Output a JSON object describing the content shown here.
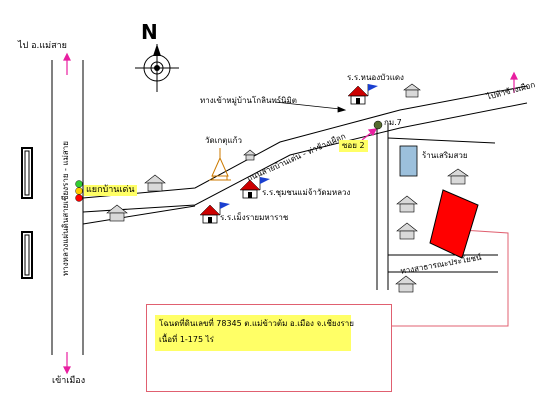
{
  "compass": {
    "letter": "N"
  },
  "labels": {
    "to_mae_sai": "ไป อ.แม่สาย",
    "highway": "ทางหลวงแผ่นดินสายเชียงราย - แม่สาย",
    "to_city": "เข้าเมือง",
    "junction": "แยกบ้านเด่น",
    "wat": "วัดเกตุแก้ว",
    "school_mueng": "ร.ร.เม็งรายมหาราช",
    "school_chumchon": "ร.ร.ชุมชนแม่จ้าวัดมหลวง",
    "school_nong": "ร.ร.หนองบัวแดง",
    "to_village": "ทางเข้าหมู่บ้านโกลินทร์นิมิต",
    "to_mae_fa_luang": "ไปห้าช้างเผือก",
    "road_name": "ถนนสายบ้านเด่น - ท่าช้างเผือก",
    "km": "กม.7",
    "soi": "ซอย 2",
    "shop": "ร้านเสริมสวย",
    "public_road": "ทางสาธารณะประโยชน์",
    "deed_line1": "โฉนดที่ดินเลขที่ 78345 ต.แม่ข้าวต้ม อ.เมือง จ.เชียงราย",
    "deed_line2": "เนื้อที่ 1-175 ไร่"
  },
  "colors": {
    "plot": "#ff0000",
    "roof": "#cc0000",
    "flag": "#1a3fd0",
    "arrow": "#e81ea0",
    "note_border": "#e06070",
    "highlight": "#ffff66",
    "shop_box": "#9cc0dc",
    "gray_house": "#d9d9d9"
  }
}
